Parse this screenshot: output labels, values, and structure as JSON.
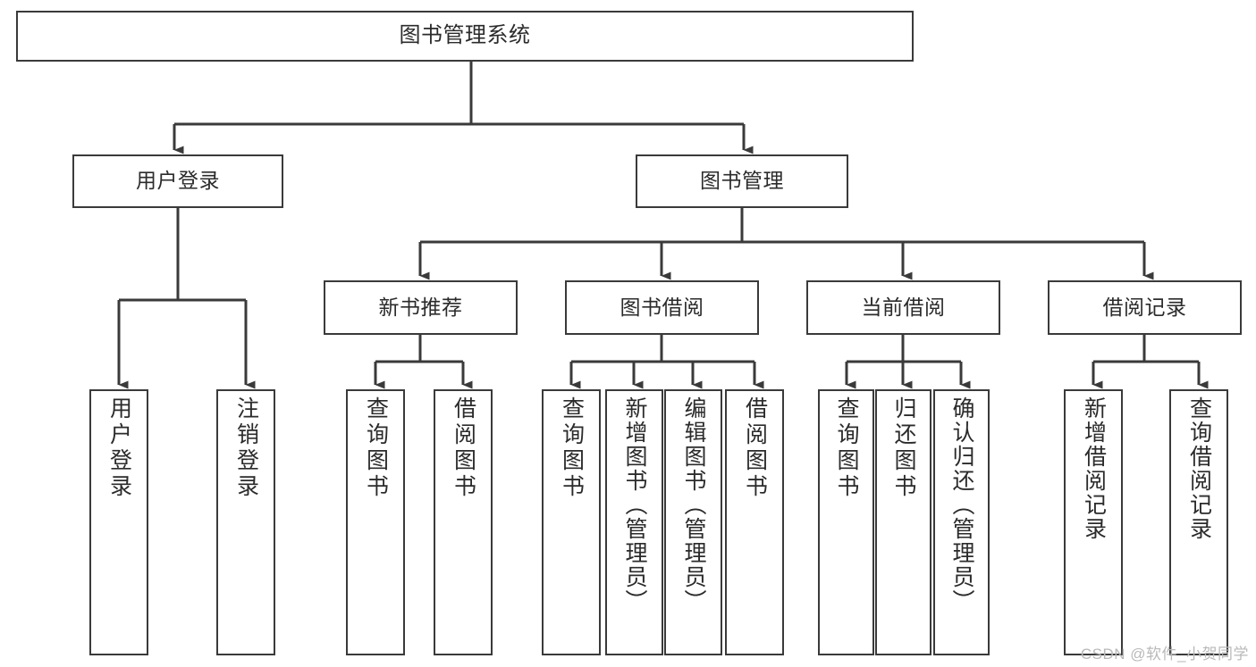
{
  "diagram": {
    "title": "图书管理系统",
    "type": "tree",
    "watermark": "CSDN @软件_小贺同学",
    "colors": {
      "box_border": "#3a3a3a",
      "box_fill": "#ffffff",
      "edge": "#3a3a3a",
      "text": "#2b2b2b",
      "watermark": "#b9b9b9",
      "background": "#ffffff"
    },
    "root": {
      "id": "root",
      "label": "图书管理系统"
    },
    "level2": [
      {
        "id": "user-login",
        "label": "用户登录"
      },
      {
        "id": "book-manage",
        "label": "图书管理"
      }
    ],
    "level3": [
      {
        "id": "new-book-recommend",
        "label": "新书推荐",
        "parent": "book-manage"
      },
      {
        "id": "book-borrow",
        "label": "图书借阅",
        "parent": "book-manage"
      },
      {
        "id": "current-borrow",
        "label": "当前借阅",
        "parent": "book-manage"
      },
      {
        "id": "borrow-record",
        "label": "借阅记录",
        "parent": "book-manage"
      }
    ],
    "leaves": [
      {
        "id": "leaf-user-login",
        "label": "用户登录",
        "parent": "user-login"
      },
      {
        "id": "leaf-user-logout",
        "label": "注销登录",
        "parent": "user-login"
      },
      {
        "id": "leaf-query-book-1",
        "label": "查询图书",
        "parent": "new-book-recommend"
      },
      {
        "id": "leaf-borrow-book-1",
        "label": "借阅图书",
        "parent": "new-book-recommend"
      },
      {
        "id": "leaf-query-book-2",
        "label": "查询图书",
        "parent": "book-borrow"
      },
      {
        "id": "leaf-add-book",
        "label": "新增图书（管理员）",
        "parent": "book-borrow"
      },
      {
        "id": "leaf-edit-book",
        "label": "编辑图书（管理员）",
        "parent": "book-borrow"
      },
      {
        "id": "leaf-borrow-book-2",
        "label": "借阅图书",
        "parent": "book-borrow"
      },
      {
        "id": "leaf-query-book-3",
        "label": "查询图书",
        "parent": "current-borrow"
      },
      {
        "id": "leaf-return-book",
        "label": "归还图书",
        "parent": "current-borrow"
      },
      {
        "id": "leaf-confirm-return",
        "label": "确认归还（管理员）",
        "parent": "current-borrow"
      },
      {
        "id": "leaf-add-record",
        "label": "新增借阅记录",
        "parent": "borrow-record"
      },
      {
        "id": "leaf-query-record",
        "label": "查询借阅记录",
        "parent": "borrow-record"
      }
    ]
  }
}
